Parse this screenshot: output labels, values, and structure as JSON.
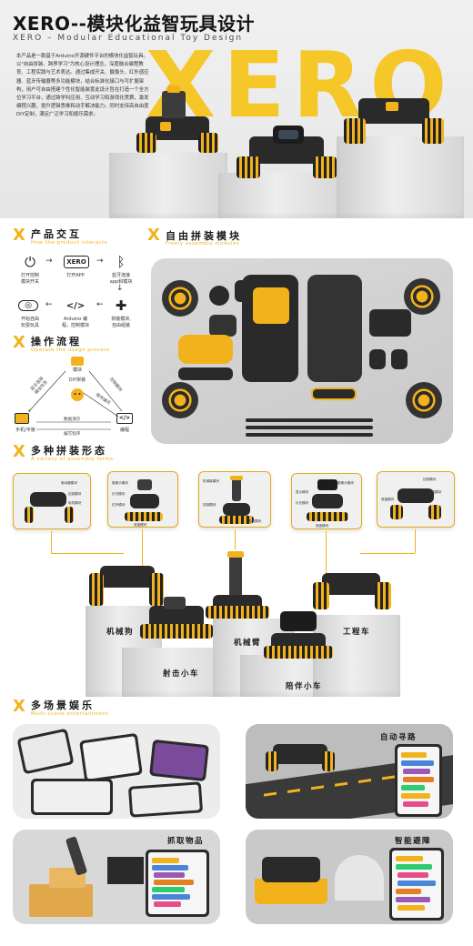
{
  "hero": {
    "title": "XERO--模块化益智玩具设计",
    "subtitle": "XERO – Modular Educational Toy Design",
    "big_word": "XERO",
    "intro": "本产品是一款基于Arduino开源硬件平台的模块化益智玩具。以\"自由拼装、跨界学习\"为核心设计理念，深度融合编程教育、工程实践与艺术表达。通过集成开关、摄像头、红外感应器、蓝牙传输器等多功能模块，结合标准化接口与可扩展架构，用户可自由搭建个性化智能装置此设计旨在打造一个全方位学习平台，通过跨学科应用、互动学习和游戏化竞赛，激发编程兴趣，提升逻辑思维和动手解决能力。同时支持高自由度DIY定制，满足广泛学习和娱乐需求。"
  },
  "sections": {
    "interaction": {
      "title": "产品交互",
      "subtitle": "How the product interacts"
    },
    "assembly": {
      "title": "自由拼装模块",
      "subtitle": "Freely assemble modules"
    },
    "operation": {
      "title": "操作流程",
      "subtitle": "Operate the usage process"
    },
    "forms": {
      "title": "多种拼装形态",
      "subtitle": "A variety of assembly forms"
    },
    "scenes": {
      "title": "多场景娱乐",
      "subtitle": "Multi-scene entertainment"
    }
  },
  "interaction_steps": [
    {
      "icon": "power-icon",
      "glyph": "⏻",
      "label": "打开控制\n模块开关"
    },
    {
      "icon": "xero-app-icon",
      "glyph": "XERO",
      "label": "打开APP"
    },
    {
      "icon": "bluetooth-icon",
      "glyph": "ᛒ",
      "label": "蓝牙连接\napp和模块"
    },
    {
      "icon": "gamepad-icon",
      "glyph": "◎",
      "label": "开始自由\n玩耍玩具"
    },
    {
      "icon": "code-icon",
      "glyph": "</>",
      "label": "Arduino 编\n程，控制模块"
    },
    {
      "icon": "puzzle-icon",
      "glyph": "✚",
      "label": "拼装模块,\n自由组装"
    }
  ],
  "operation_cycle": {
    "top": "模块",
    "center": "DIY拼装",
    "left": "手机/平板",
    "right": "编程",
    "edge_left_top": "蓝牙连接\n模块信息",
    "edge_right_top": "控制模块",
    "edge_center_right": "程序编写",
    "edge_bottom_top": "数据演示",
    "edge_bottom": "编写程序"
  },
  "forms": [
    {
      "name": "机械狗"
    },
    {
      "name": "射击小车"
    },
    {
      "name": "机械臂"
    },
    {
      "name": "陪伴小车"
    },
    {
      "name": "工程车"
    }
  ],
  "form_notes": {
    "dog": [
      "驱动器模块",
      "控制模块",
      "电机模块"
    ],
    "shooter": [
      "摄像头模块",
      "灯光模块",
      "红外模块",
      "底盘模块"
    ],
    "arm": [
      "机械臂模块",
      "控制模块",
      "电机模块"
    ],
    "companion": [
      "摄像头模块",
      "显示模块",
      "灯光模块",
      "底盘模块"
    ],
    "engineering": [
      "控制模块",
      "电机模块",
      "底盘模块"
    ]
  },
  "scenes": [
    {
      "label": ""
    },
    {
      "label": "自动寻路"
    },
    {
      "label": "抓取物品"
    },
    {
      "label": "智能避障"
    }
  ],
  "colors": {
    "accent": "#f2b21b",
    "dark": "#2a2a2a",
    "panel": "#d4d4d4"
  }
}
